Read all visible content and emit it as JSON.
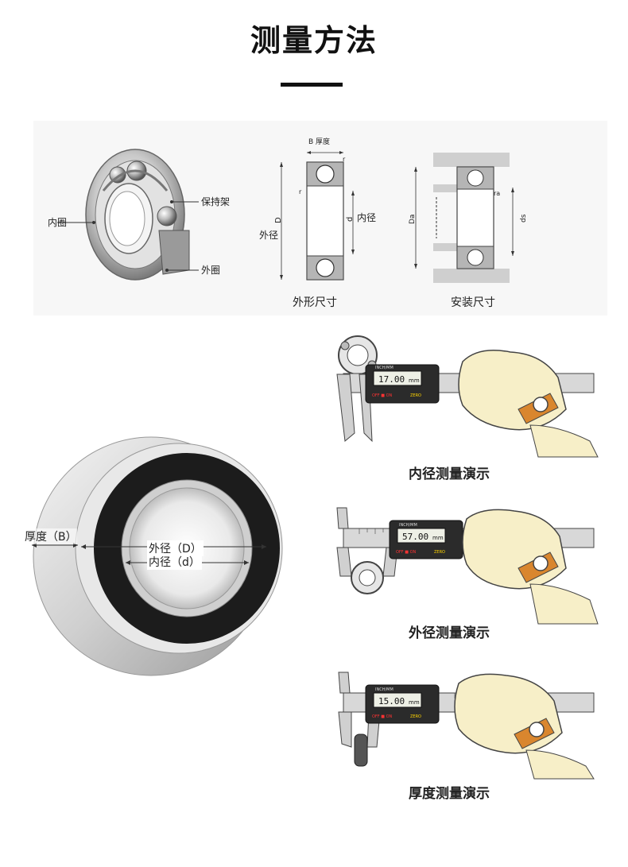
{
  "header": {
    "title": "测量方法"
  },
  "structure_diagram": {
    "inner_ring": "内圈",
    "cage": "保持架",
    "outer_ring": "外圈"
  },
  "outline_dims": {
    "thickness": "B 厚度",
    "r_top": "r",
    "r_left": "r",
    "D_symbol": "D",
    "outer_label": "外径",
    "d_symbol": "d",
    "inner_label": "内径",
    "caption": "外形尺寸"
  },
  "mount_dims": {
    "Da": "Da",
    "ra": "ra",
    "ds": "ds",
    "caption": "安装尺寸"
  },
  "bearing_photo": {
    "thickness_label": "厚度（B）",
    "outer_label": "外径（D）",
    "inner_label": "内径（d）"
  },
  "demos": [
    {
      "reading": "17.00",
      "unit": "mm",
      "brand": "INCH/MM",
      "off_on": "OFF ■ ON",
      "zero": "ZERO",
      "caption": "内径测量演示"
    },
    {
      "reading": "57.00",
      "unit": "mm",
      "brand": "INCH/MM",
      "off_on": "OFF ■ ON",
      "zero": "ZERO",
      "caption": "外径测量演示"
    },
    {
      "reading": "15.00",
      "unit": "mm",
      "brand": "INCH/MM",
      "off_on": "OFF ■ ON",
      "zero": "ZERO",
      "caption": "厚度测量演示"
    }
  ],
  "colors": {
    "skin": "#f7efc8",
    "outline": "#444444",
    "strap": "#d9862e",
    "caliper": "#d8d8d8",
    "display": "#2b2b2b"
  }
}
